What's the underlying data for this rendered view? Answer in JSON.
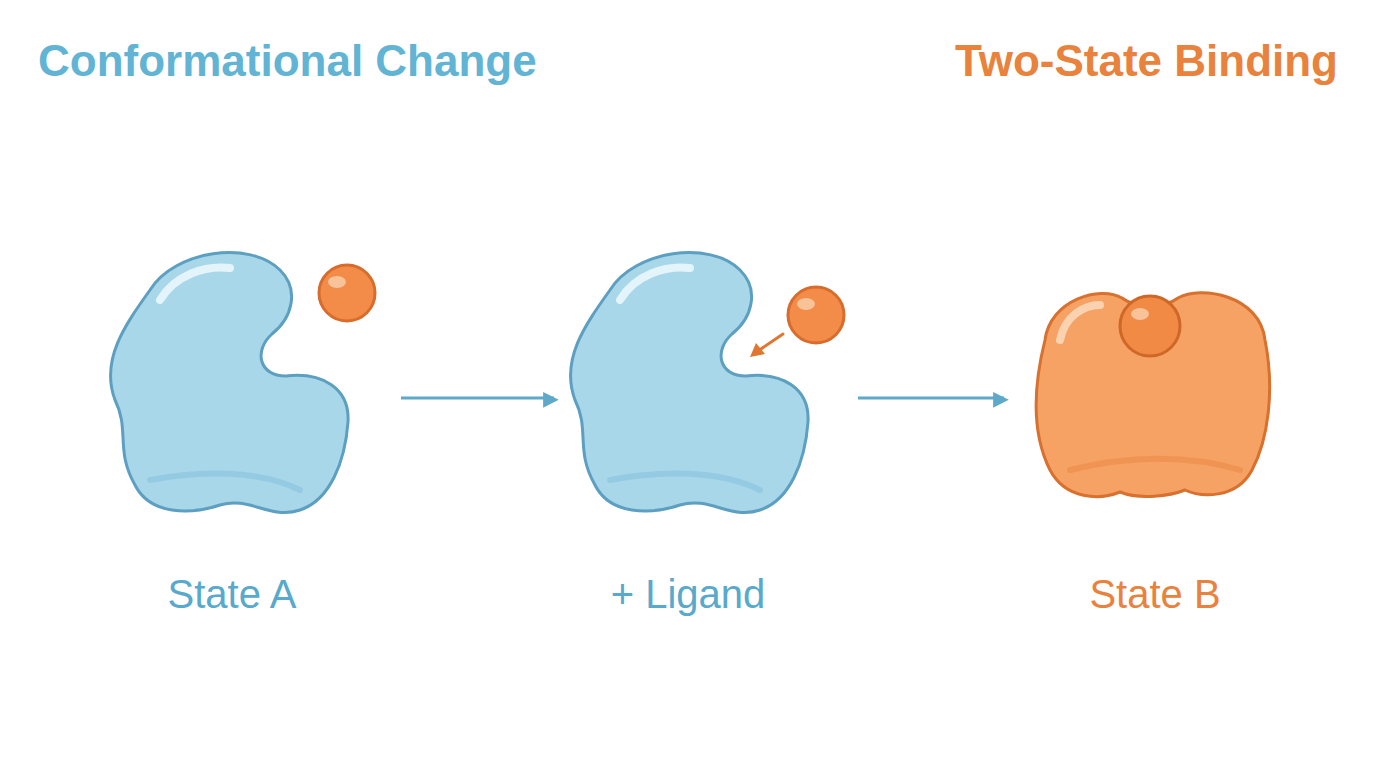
{
  "diagram": {
    "title": "Conformational Change",
    "nodes": [
      {
        "text": [
          "State A"
        ]
      },
      {
        "text": [
          "+ Ligand"
        ]
      },
      {
        "text": [
          "State B"
        ]
      }
    ],
    "edges": [
      {
        "from": 0,
        "to": 1,
        "arrow": "to"
      },
      {
        "from": 1,
        "to": 2,
        "arrow": "to"
      }
    ],
    "labels": [
      "Two-State Binding"
    ]
  }
}
